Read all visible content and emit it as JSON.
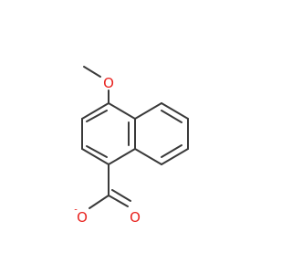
{
  "molecule": {
    "atoms": {
      "methoxy_oxygen": {
        "symbol": "O",
        "color": "#e8231f"
      },
      "carboxylate_single_oxygen": {
        "symbol": "O",
        "charge": "-",
        "color": "#e8231f"
      },
      "carboxylate_double_oxygen": {
        "symbol": "O",
        "color": "#e8231f"
      }
    },
    "bond_color": "#3a3a3a"
  }
}
